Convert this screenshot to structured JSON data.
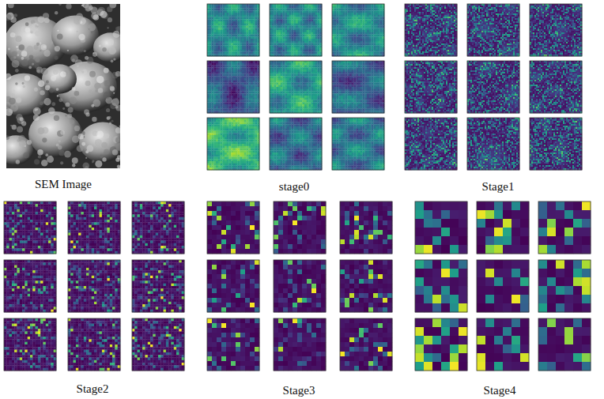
{
  "diagram": {
    "labels": [
      "SEM Image",
      "stage0",
      "Stage1",
      "Stage2",
      "Stage3",
      "Stage4"
    ]
  }
}
